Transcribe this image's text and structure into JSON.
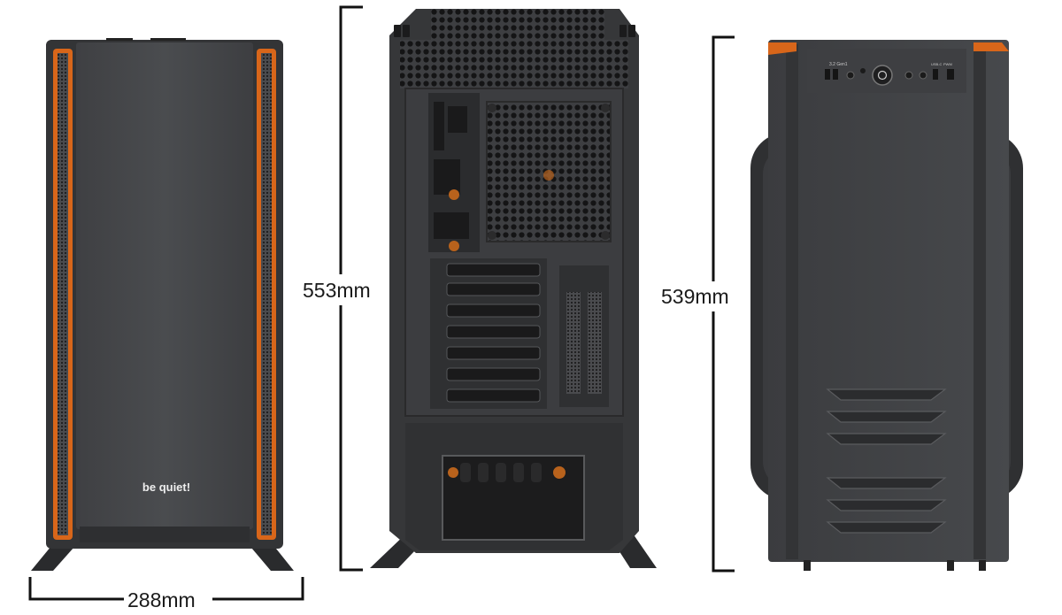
{
  "brand": {
    "logo_text": "be quiet!"
  },
  "dimensions": {
    "width_label": "288mm",
    "height_label": "553mm",
    "depth_label": "539mm"
  },
  "front_io": {
    "usb_a_label": "3.2 Gen1",
    "usb_c_label": "USB-C",
    "fan_label": "PWM"
  },
  "colors": {
    "body": "#3a3b3d",
    "panel": "#45474a",
    "accent": "#e06a1b",
    "mesh": "#2a2b2d",
    "dim_line": "#111111"
  },
  "views": [
    "front",
    "rear",
    "side"
  ]
}
